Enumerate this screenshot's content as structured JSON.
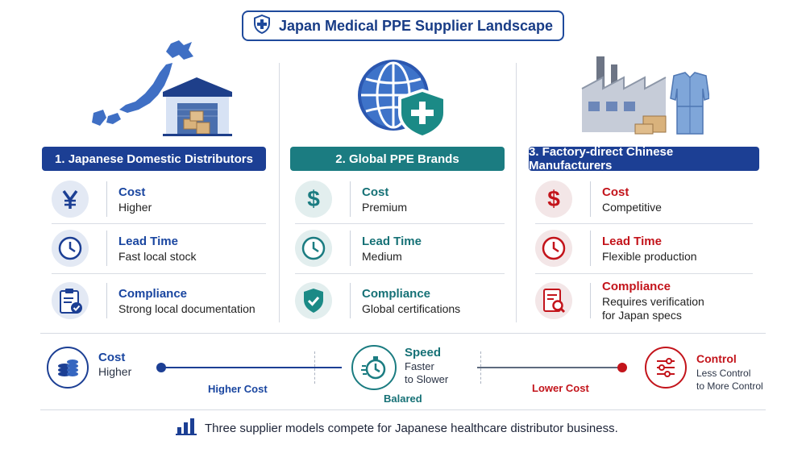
{
  "title": "Japan Medical PPE Supplier Landscape",
  "icons": {
    "title": "shield-cross-icon",
    "col1_illustration": "japan-map-warehouse-icon",
    "col2_illustration": "globe-shield-icon",
    "col3_illustration": "factory-gown-icon",
    "footer": "bar-chart-icon"
  },
  "columns": [
    {
      "heading": "1. Japanese Domestic Distributors",
      "color": "#1c3f94",
      "rows": [
        {
          "icon": "yen-icon",
          "label": "Cost",
          "value": "Higher"
        },
        {
          "icon": "clock-icon",
          "label": "Lead Time",
          "value": "Fast local stock"
        },
        {
          "icon": "clipboard-check-icon",
          "label": "Compliance",
          "value": "Strong local documentation"
        }
      ]
    },
    {
      "heading": "2. Global PPE Brands",
      "color": "#1b7c81",
      "rows": [
        {
          "icon": "dollar-icon",
          "label": "Cost",
          "value": "Premium"
        },
        {
          "icon": "clock-icon",
          "label": "Lead Time",
          "value": "Medium"
        },
        {
          "icon": "shield-check-icon",
          "label": "Compliance",
          "value": "Global certifications"
        }
      ]
    },
    {
      "heading": "3. Factory-direct Chinese Manufacturers",
      "color": "#1c3f94",
      "rows": [
        {
          "icon": "dollar-icon",
          "label": "Cost",
          "value": "Competitive"
        },
        {
          "icon": "clock-icon",
          "label": "Lead Time",
          "value": "Flexible production"
        },
        {
          "icon": "document-search-icon",
          "label": "Compliance",
          "value_line1": "Requires verification",
          "value_line2": "for Japan specs"
        }
      ]
    }
  ],
  "spectrum": {
    "cost": {
      "icon": "coins-icon",
      "label": "Cost",
      "value": "Higher"
    },
    "higher_cost": "Higher Cost",
    "speed": {
      "icon": "stopwatch-icon",
      "label": "Speed",
      "value_line1": "Faster",
      "value_line2": "to Slower"
    },
    "balanced": "Balared",
    "lower_cost": "Lower Cost",
    "control": {
      "icon": "sliders-icon",
      "label": "Control",
      "value_line1": "Less Control",
      "value_line2": "to More Control"
    }
  },
  "colors": {
    "navy": "#1c3f94",
    "teal": "#1b7c81",
    "red": "#c3141b"
  },
  "footer": "Three supplier models compete for Japanese healthcare distributor business."
}
